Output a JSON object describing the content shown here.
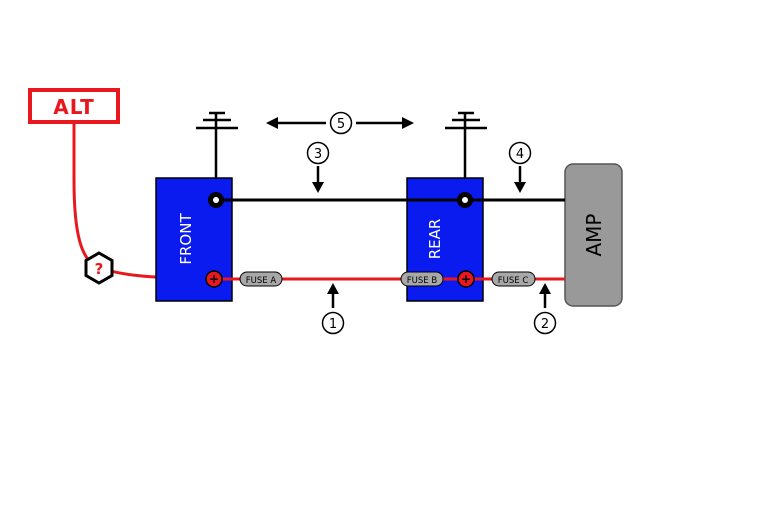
{
  "alt_label": "ALT",
  "unknown_marker": "?",
  "front_battery": "FRONT",
  "rear_battery": "REAR",
  "amp_label": "AMP",
  "fuses": [
    "FUSE A",
    "FUSE B",
    "FUSE C"
  ],
  "callouts": [
    "1",
    "2",
    "3",
    "4",
    "5"
  ],
  "terminal_positive": "+",
  "colors": {
    "positive_wire": "#e8181e",
    "ground_wire": "#000000",
    "battery_fill": "#0a1bf0",
    "amp_fill": "#999999",
    "fuse_fill": "#a8a8a8",
    "alt_border": "#e8181e"
  }
}
